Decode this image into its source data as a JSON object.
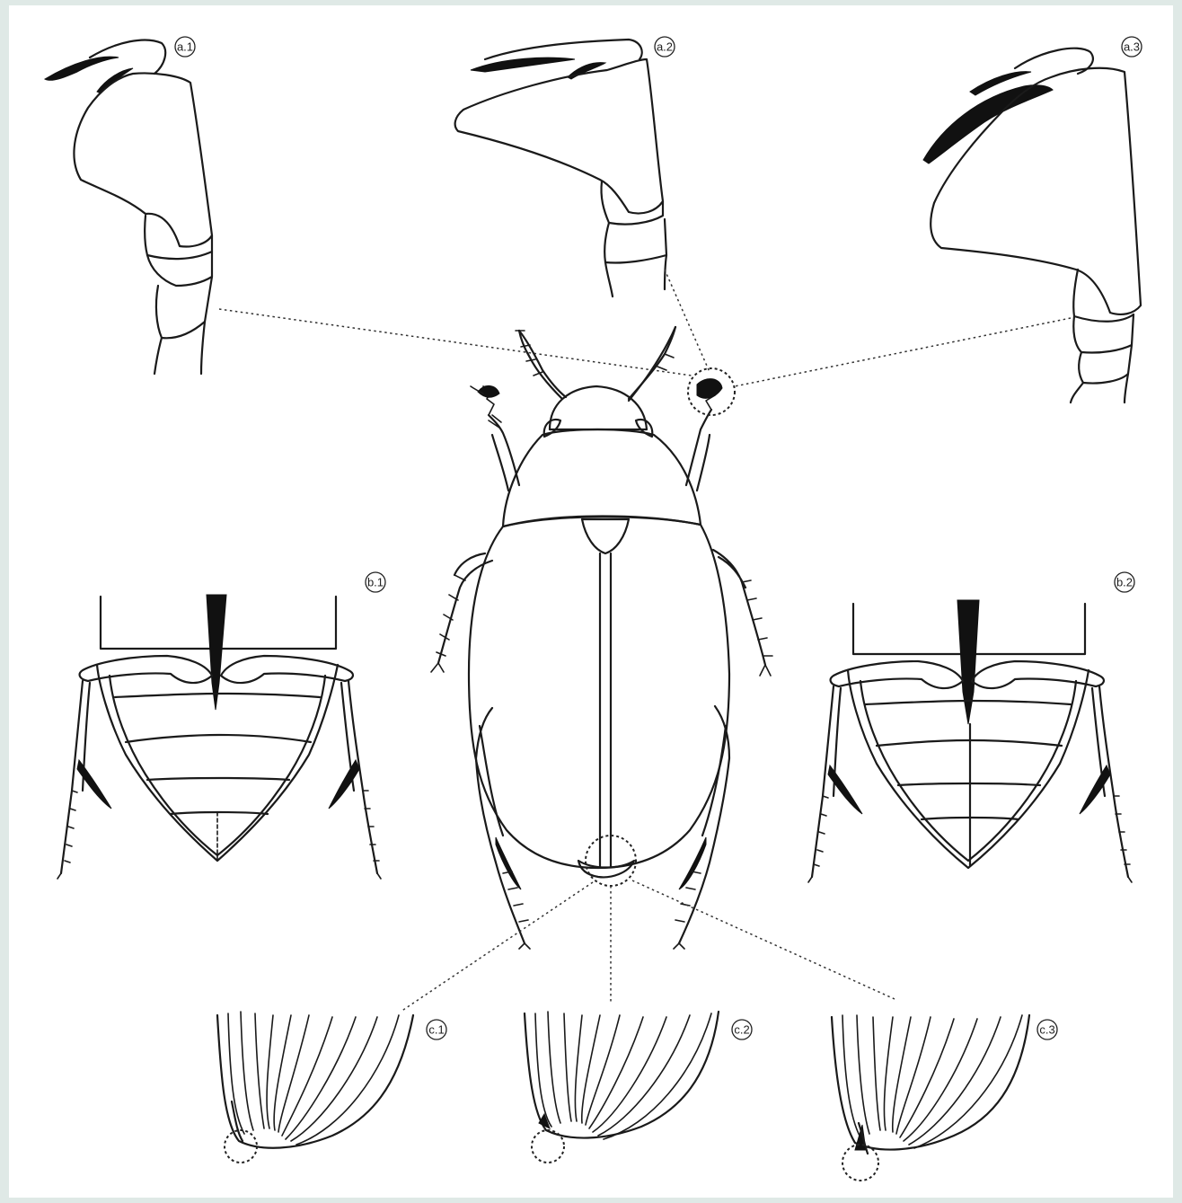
{
  "labels": {
    "a1": "a.1",
    "a2": "a.2",
    "a3": "a.3",
    "b1": "b.1",
    "b2": "b.2",
    "c1": "c.1",
    "c2": "c.2",
    "c3": "c.3"
  },
  "colors": {
    "background": "#dfe9e6",
    "plate": "#ffffff",
    "ink": "#1a1a1a"
  }
}
